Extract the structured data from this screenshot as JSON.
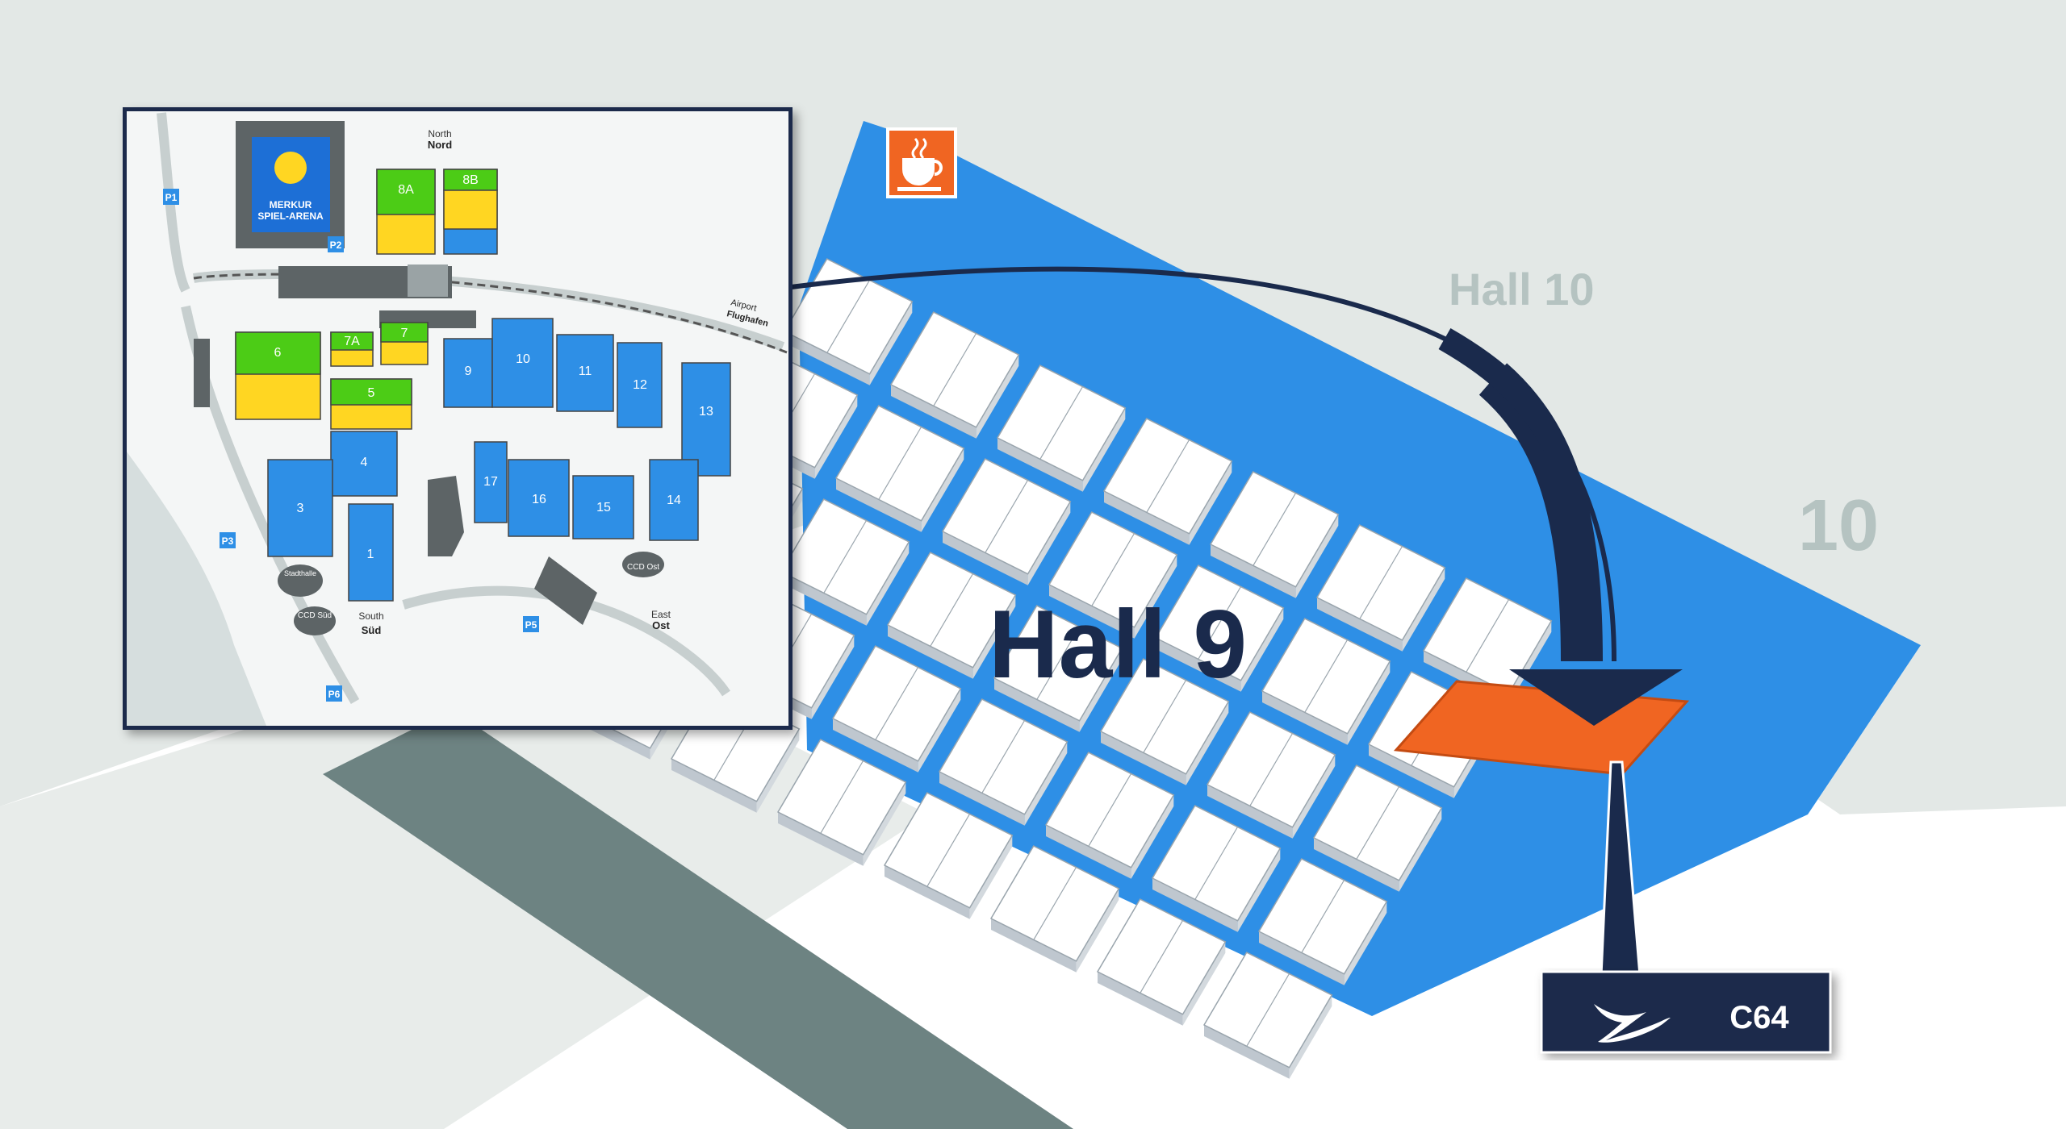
{
  "colors": {
    "background_gray": "#e3e8e6",
    "road_gray": "#6d8382",
    "floor_blue": "#2e8fe6",
    "booth_white": "#ffffff",
    "booth_side": "#bfc7cf",
    "highlight_orange": "#f06522",
    "navy": "#1a2a4c",
    "hall_green": "#4ccc16",
    "hall_yellow": "#ffd622",
    "hall_blue": "#2e8fe6",
    "hall_label_gray": "#b5c3c1"
  },
  "map": {
    "hall_main_label": "Hall 9",
    "hall_adjacent_label": "Hall 10",
    "hall_adjacent_number": "10",
    "booth_callout": {
      "label": "C64",
      "logo": "swallow-bird-icon"
    },
    "cafe_icon": "coffee-cup-icon"
  },
  "site_plan": {
    "arena_line1": "MERKUR",
    "arena_line2": "SPIEL-ARENA",
    "north_en": "North",
    "north_de": "Nord",
    "south_en": "South",
    "south_de": "Süd",
    "east_en": "East",
    "east_de": "Ost",
    "airport_en": "Airport",
    "airport_de": "Flughafen",
    "stadthalle": "Stadthalle",
    "ccd_sued": "CCD Süd",
    "ccd_ost": "CCD Ost",
    "parking_p1": "P1",
    "parking_p2": "P2",
    "parking_p3": "P3",
    "parking_p5": "P5",
    "parking_p6": "P6",
    "halls": [
      "1",
      "3",
      "4",
      "5",
      "6",
      "7",
      "7A",
      "8A",
      "8B",
      "9",
      "10",
      "11",
      "12",
      "13",
      "14",
      "15",
      "16",
      "17"
    ]
  }
}
